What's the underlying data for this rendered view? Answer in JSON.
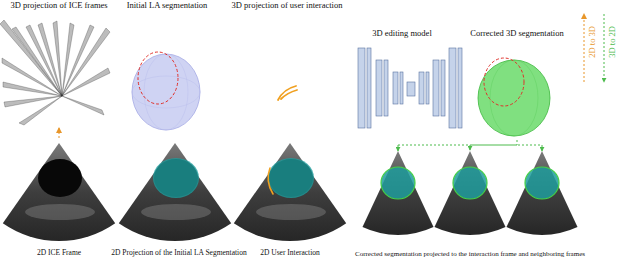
{
  "diagram": {
    "nodes": [
      {
        "text": [
          "3D projection of ICE frames"
        ]
      },
      {
        "text": [
          "Initial LA segmentation"
        ]
      },
      {
        "text": [
          "3D projection of user interaction"
        ]
      },
      {
        "text": [
          "3D editing model"
        ]
      },
      {
        "text": [
          "Corrected 3D segmentation"
        ]
      },
      {
        "text": [
          "2D ICE Frame"
        ]
      },
      {
        "text": [
          "2D Projection of the Initial LA Segmentation"
        ]
      },
      {
        "text": [
          "2D User Interaction"
        ]
      },
      {
        "text": [
          "Corrected segmentation projected to the interaction frame and neighboring frames"
        ]
      }
    ],
    "edges": [
      {
        "from": 5,
        "to": 0,
        "arrow": "to"
      },
      {
        "from": 4,
        "to": 8,
        "arrow": "to"
      }
    ],
    "labels": [
      "2D to 3D",
      "3D to 2D"
    ]
  }
}
